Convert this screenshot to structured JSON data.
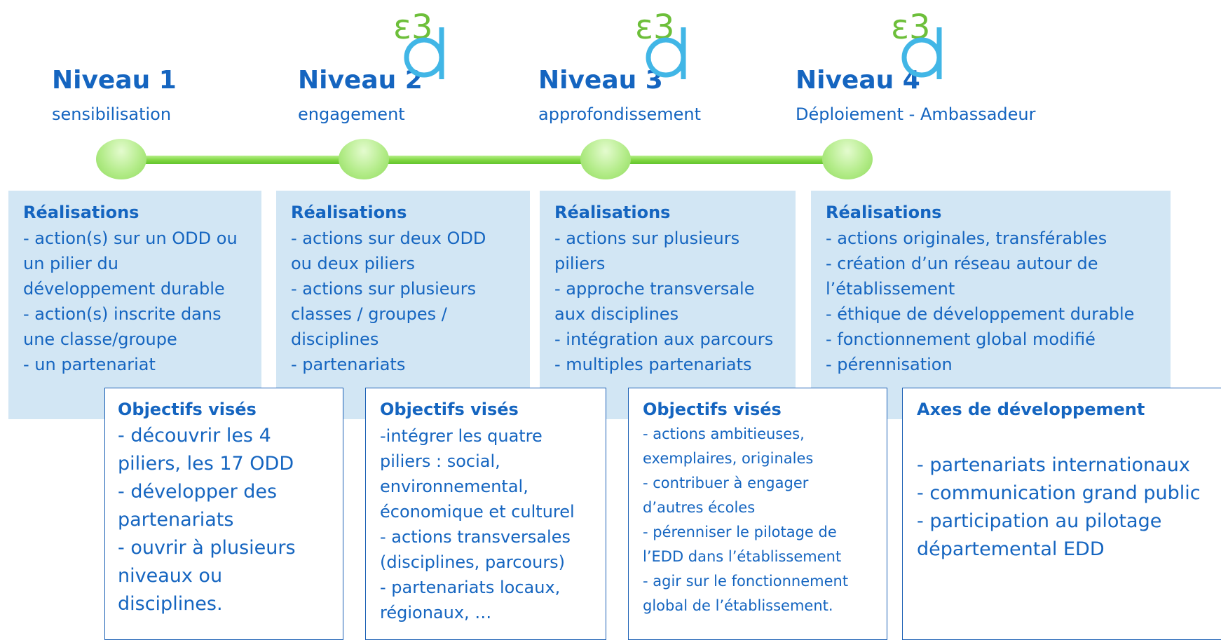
{
  "levels": [
    {
      "title": "Niveau 1",
      "subtitle": "sensibilisation"
    },
    {
      "title": "Niveau 2",
      "subtitle": "engagement"
    },
    {
      "title": "Niveau 3",
      "subtitle": "approfondissement"
    },
    {
      "title": "Niveau 4",
      "subtitle": "Déploiement - Ambassadeur"
    }
  ],
  "logo_text": "E3D",
  "colors": {
    "text": "#1565c0",
    "panel": "#d2e6f4",
    "timeline": "#7fd640",
    "logo_e3": "#6dbf3a",
    "logo_d": "#41b6e6"
  },
  "realisations": [
    {
      "heading": "Réalisations",
      "lines": [
        "- action(s) sur un ODD ou",
        "un pilier du",
        "développement durable",
        "- action(s) inscrite dans",
        "une classe/groupe",
        "- un partenariat"
      ]
    },
    {
      "heading": "Réalisations",
      "lines": [
        "- actions sur deux ODD",
        "ou deux piliers",
        "- actions sur plusieurs",
        "classes / groupes /",
        "disciplines",
        "- partenariats"
      ]
    },
    {
      "heading": "Réalisations",
      "lines": [
        "- actions sur plusieurs",
        "piliers",
        "- approche transversale",
        "aux disciplines",
        "- intégration aux parcours",
        "- multiples partenariats"
      ]
    },
    {
      "heading": "Réalisations",
      "lines": [
        "- actions originales, transférables",
        "- création d’un réseau autour de",
        "l’établissement",
        "- éthique de développement durable",
        "- fonctionnement global modifié",
        "- pérennisation"
      ]
    }
  ],
  "objectifs": [
    {
      "heading": "Objectifs visés",
      "lines": [
        "- découvrir les 4",
        "piliers, les 17 ODD",
        "- développer des",
        "partenariats",
        "- ouvrir à plusieurs",
        "niveaux ou",
        "disciplines."
      ]
    },
    {
      "heading": "Objectifs visés",
      "lines": [
        "-intégrer les quatre",
        "piliers : social,",
        "environnemental,",
        "économique et culturel",
        "- actions transversales",
        "(disciplines, parcours)",
        "- partenariats locaux,",
        "régionaux, …"
      ]
    },
    {
      "heading": "Objectifs visés",
      "lines": [
        "- actions ambitieuses,",
        "exemplaires, originales",
        "- contribuer à engager",
        "d’autres écoles",
        "- pérenniser le pilotage de",
        "l’EDD dans l’établissement",
        "- agir sur le fonctionnement",
        "global de l’établissement."
      ]
    },
    {
      "heading": "Axes de développement",
      "lines": [
        "- partenariats internationaux",
        "- communication grand public",
        "- participation au pilotage",
        "départemental EDD"
      ]
    }
  ]
}
